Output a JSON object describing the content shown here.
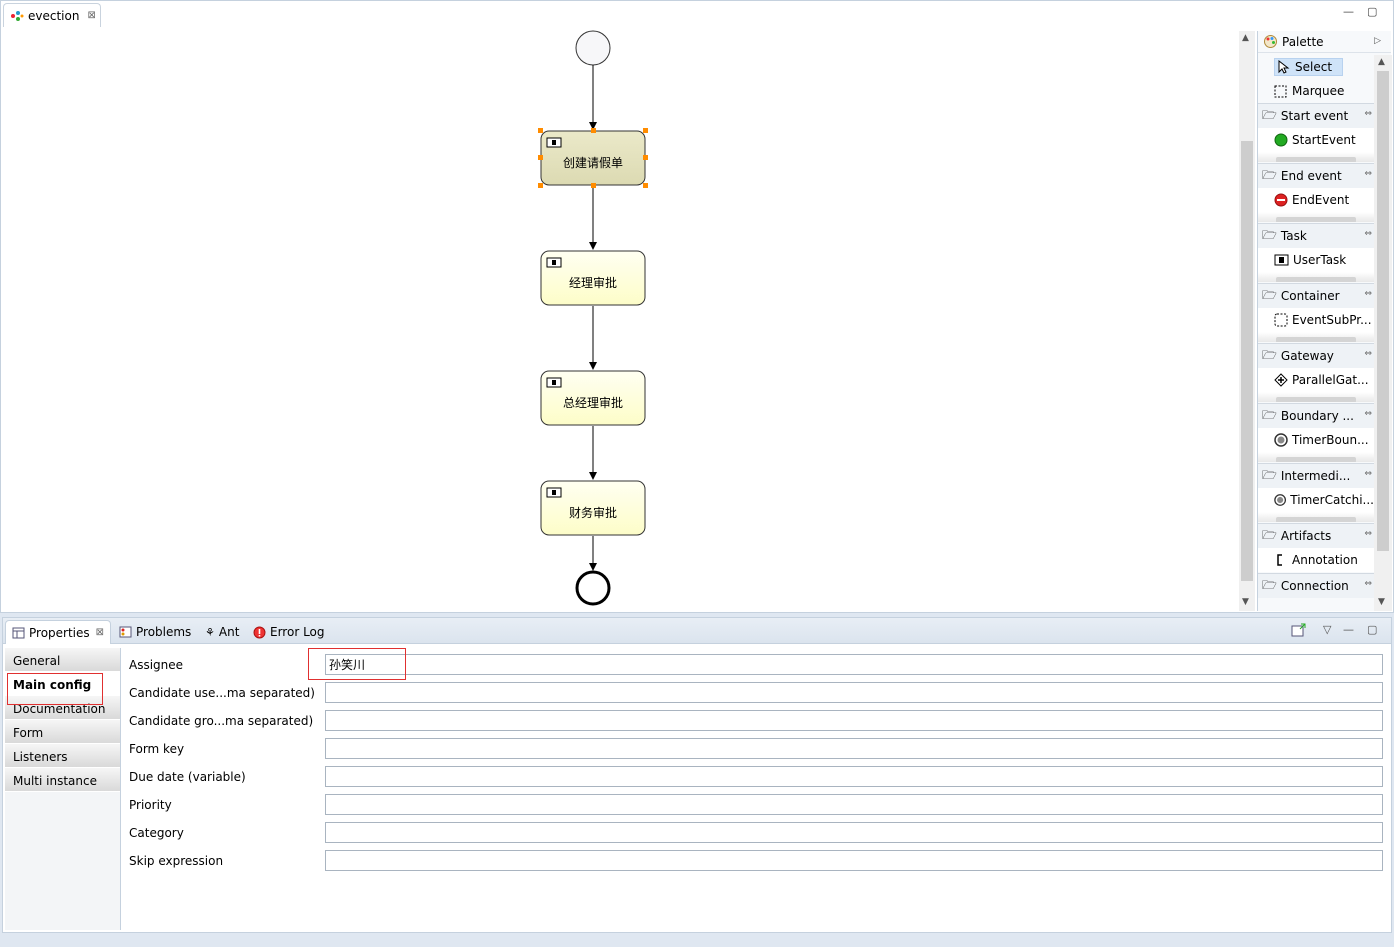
{
  "editor": {
    "tab_label": "evection",
    "tab_close": "⊠",
    "minimize": "—",
    "maximize": "▢"
  },
  "diagram": {
    "tasks": [
      {
        "label": "创建请假单",
        "selected": true
      },
      {
        "label": "经理审批",
        "selected": false
      },
      {
        "label": "总经理审批",
        "selected": false
      },
      {
        "label": "财务审批",
        "selected": false
      }
    ]
  },
  "palette": {
    "title": "Palette",
    "tools": [
      {
        "label": "Select",
        "icon": "arrow-cursor-icon",
        "selected": true
      },
      {
        "label": "Marquee",
        "icon": "marquee-icon",
        "selected": false
      }
    ],
    "drawers": [
      {
        "label": "Start event",
        "entry": "StartEvent",
        "icon": "start-event-icon"
      },
      {
        "label": "End event",
        "entry": "EndEvent",
        "icon": "end-event-icon"
      },
      {
        "label": "Task",
        "entry": "UserTask",
        "icon": "user-task-icon"
      },
      {
        "label": "Container",
        "entry": "EventSubPr...",
        "icon": "subprocess-icon"
      },
      {
        "label": "Gateway",
        "entry": "ParallelGat...",
        "icon": "parallel-gateway-icon"
      },
      {
        "label": "Boundary ...",
        "entry": "TimerBoun...",
        "icon": "timer-icon"
      },
      {
        "label": "Intermedi...",
        "entry": "TimerCatchi...",
        "icon": "timer-icon"
      },
      {
        "label": "Artifacts",
        "entry": "Annotation",
        "icon": "annotation-icon"
      },
      {
        "label": "Connection",
        "entry": "",
        "icon": ""
      }
    ],
    "colors": {
      "start": "#22aa22",
      "end": "#dd2222"
    }
  },
  "views": {
    "tabs": [
      {
        "label": "Properties",
        "close": "⊠",
        "active": true
      },
      {
        "label": "Problems",
        "active": false
      },
      {
        "label": "Ant",
        "active": false
      },
      {
        "label": "Error Log",
        "active": false
      }
    ]
  },
  "properties": {
    "sections": [
      "General",
      "Main config",
      "Documentation",
      "Form",
      "Listeners",
      "Multi instance"
    ],
    "active_section": "Main config",
    "fields": [
      {
        "label": "Assignee",
        "value": "孙笑川"
      },
      {
        "label": "Candidate use...ma separated)",
        "value": ""
      },
      {
        "label": "Candidate gro...ma separated)",
        "value": ""
      },
      {
        "label": "Form key",
        "value": ""
      },
      {
        "label": "Due date (variable)",
        "value": ""
      },
      {
        "label": "Priority",
        "value": ""
      },
      {
        "label": "Category",
        "value": ""
      },
      {
        "label": "Skip expression",
        "value": ""
      }
    ]
  }
}
